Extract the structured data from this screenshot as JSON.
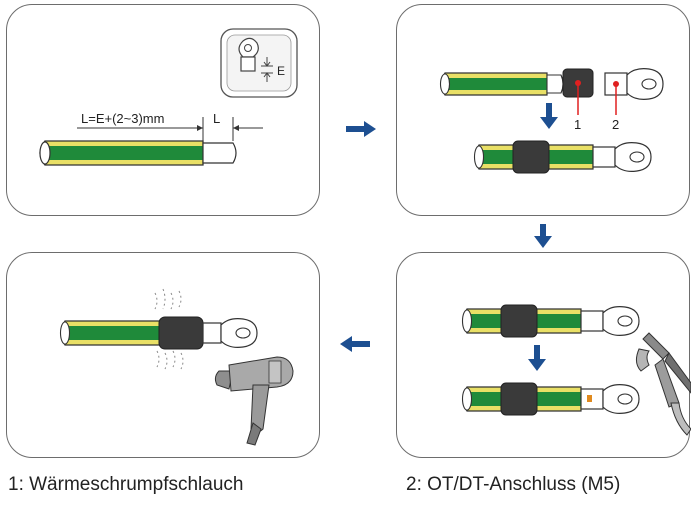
{
  "diagram": {
    "step1": {
      "formula_label": "L=E+(2~3)mm",
      "length_label": "L",
      "dimension_label": "E"
    },
    "step2": {
      "callout_1": "1",
      "callout_2": "2"
    },
    "colors": {
      "cable_green": "#1f8a3a",
      "cable_yellow": "#e9e066",
      "sleeve": "#3a3a3a",
      "arrow_blue": "#1d4f91",
      "callout_red": "#e02020",
      "frame_gray": "#6d6d6d"
    }
  },
  "legend": {
    "item1": "1: Wärmeschrumpfschlauch",
    "item2": "2: OT/DT-Anschluss (M5)"
  }
}
